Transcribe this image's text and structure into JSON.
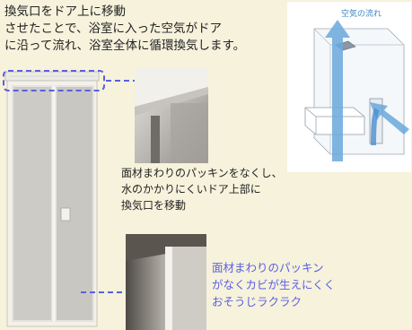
{
  "intro": {
    "line1": "換気口をドア上に移動",
    "line2": "させたことで、浴室に入った空気がドア",
    "line3": "に沿って流れ、浴室全体に循環換気します。"
  },
  "airflow": {
    "label": "空気の流れ"
  },
  "vent_caption": {
    "line1": "面材まわりのパッキンをなくし、",
    "line2": "水のかかりにくいドア上部に",
    "line3": "換気口を移動"
  },
  "seal_caption": {
    "line1": "面材まわりのパッキン",
    "line2": "がなくカビが生えにくく",
    "line3": "おそうじラクラク"
  },
  "colors": {
    "background": "#f6f2dc",
    "callout_dash": "#5a5fe0",
    "airflow_arrow": "#6aa8dc"
  }
}
